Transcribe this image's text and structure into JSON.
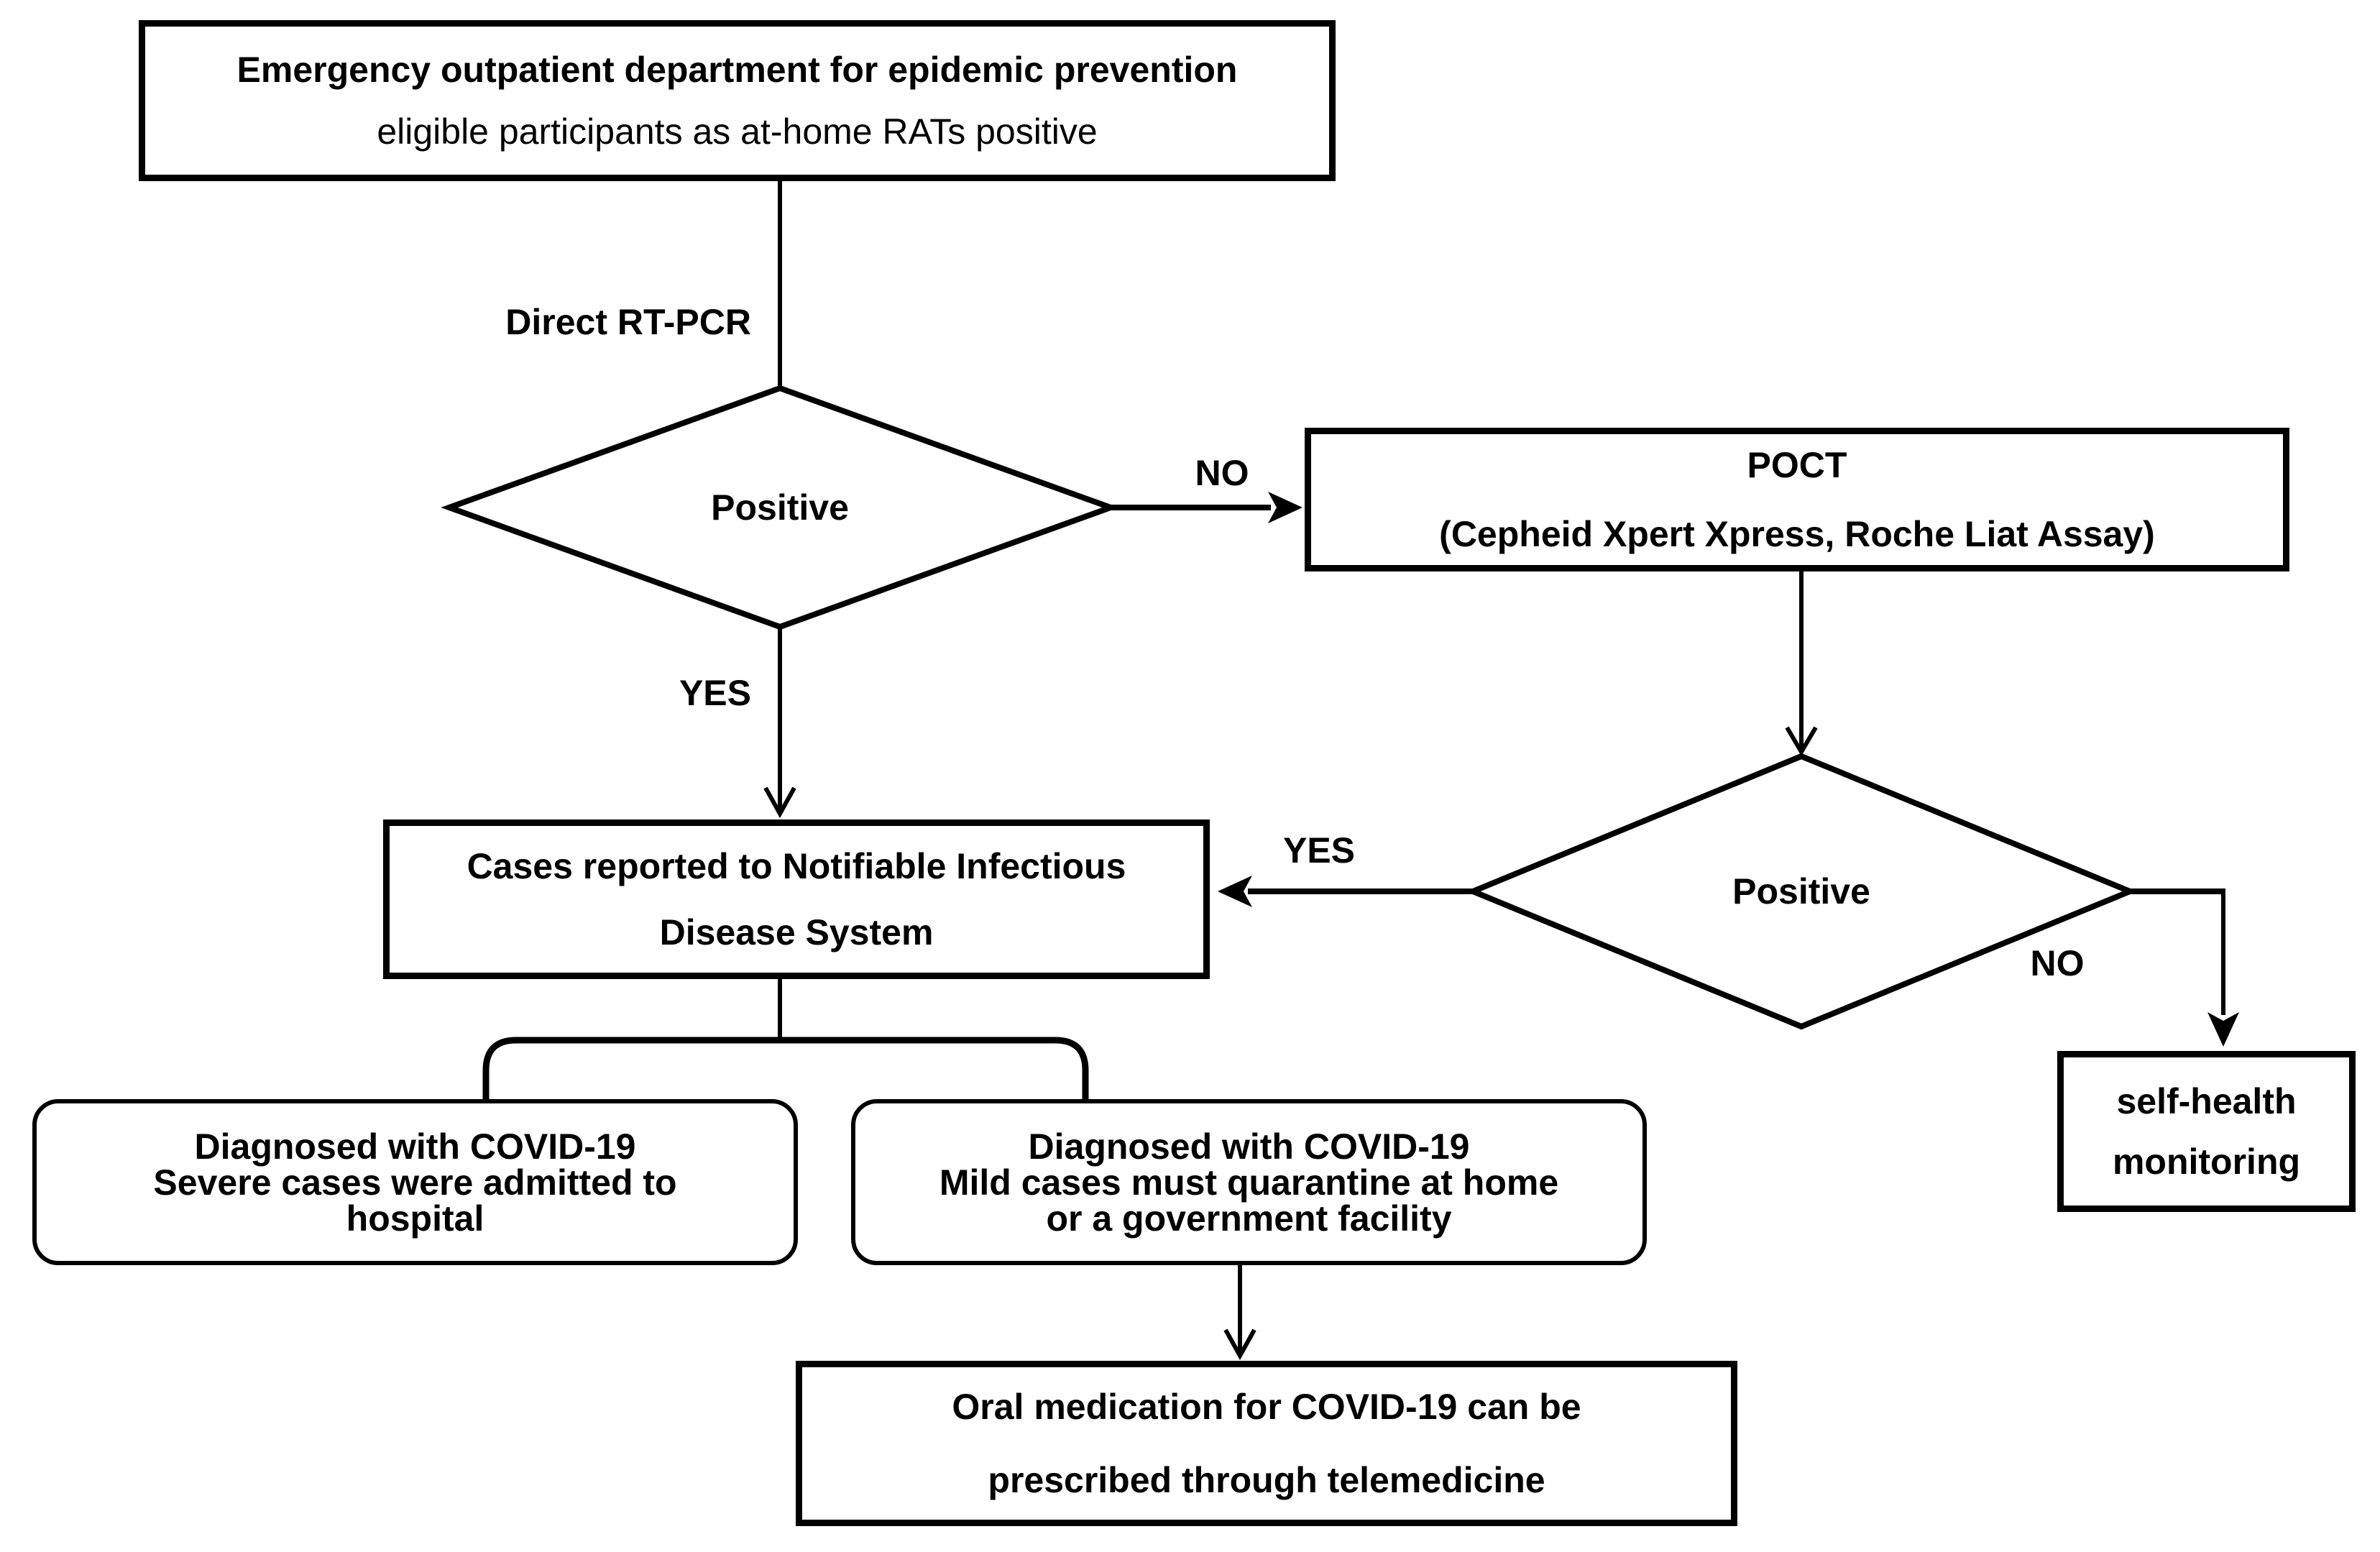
{
  "diagram": {
    "title": "COVID-19 testing and triage flowchart",
    "colors": {
      "ink": "#000000",
      "background": "#ffffff"
    },
    "nodes": {
      "start": {
        "line1": "Emergency outpatient department for epidemic prevention",
        "line2": "eligible participants as at-home RATs positive"
      },
      "decision_rtpcr": {
        "label": "Positive"
      },
      "poct": {
        "line1": "POCT",
        "line2": "(Cepheid Xpert Xpress, Roche Liat Assay)"
      },
      "decision_poct": {
        "label": "Positive"
      },
      "report": {
        "line1": "Cases reported to Notifiable Infectious",
        "line2": "Disease System"
      },
      "self_health": {
        "line1": "self-health",
        "line2": "monitoring"
      },
      "severe": {
        "line1": "Diagnosed with COVID-19",
        "line2": "Severe cases were admitted to",
        "line3": "hospital"
      },
      "mild": {
        "line1": "Diagnosed with COVID-19",
        "line2": "Mild cases must quarantine at home",
        "line3": "or a government facility"
      },
      "oral": {
        "line1": "Oral medication for COVID-19 can be",
        "line2": "prescribed through telemedicine"
      }
    },
    "edge_labels": {
      "direct_rtpcr": "Direct RT-PCR",
      "no1": "NO",
      "yes1": "YES",
      "yes2": "YES",
      "no2": "NO"
    }
  }
}
